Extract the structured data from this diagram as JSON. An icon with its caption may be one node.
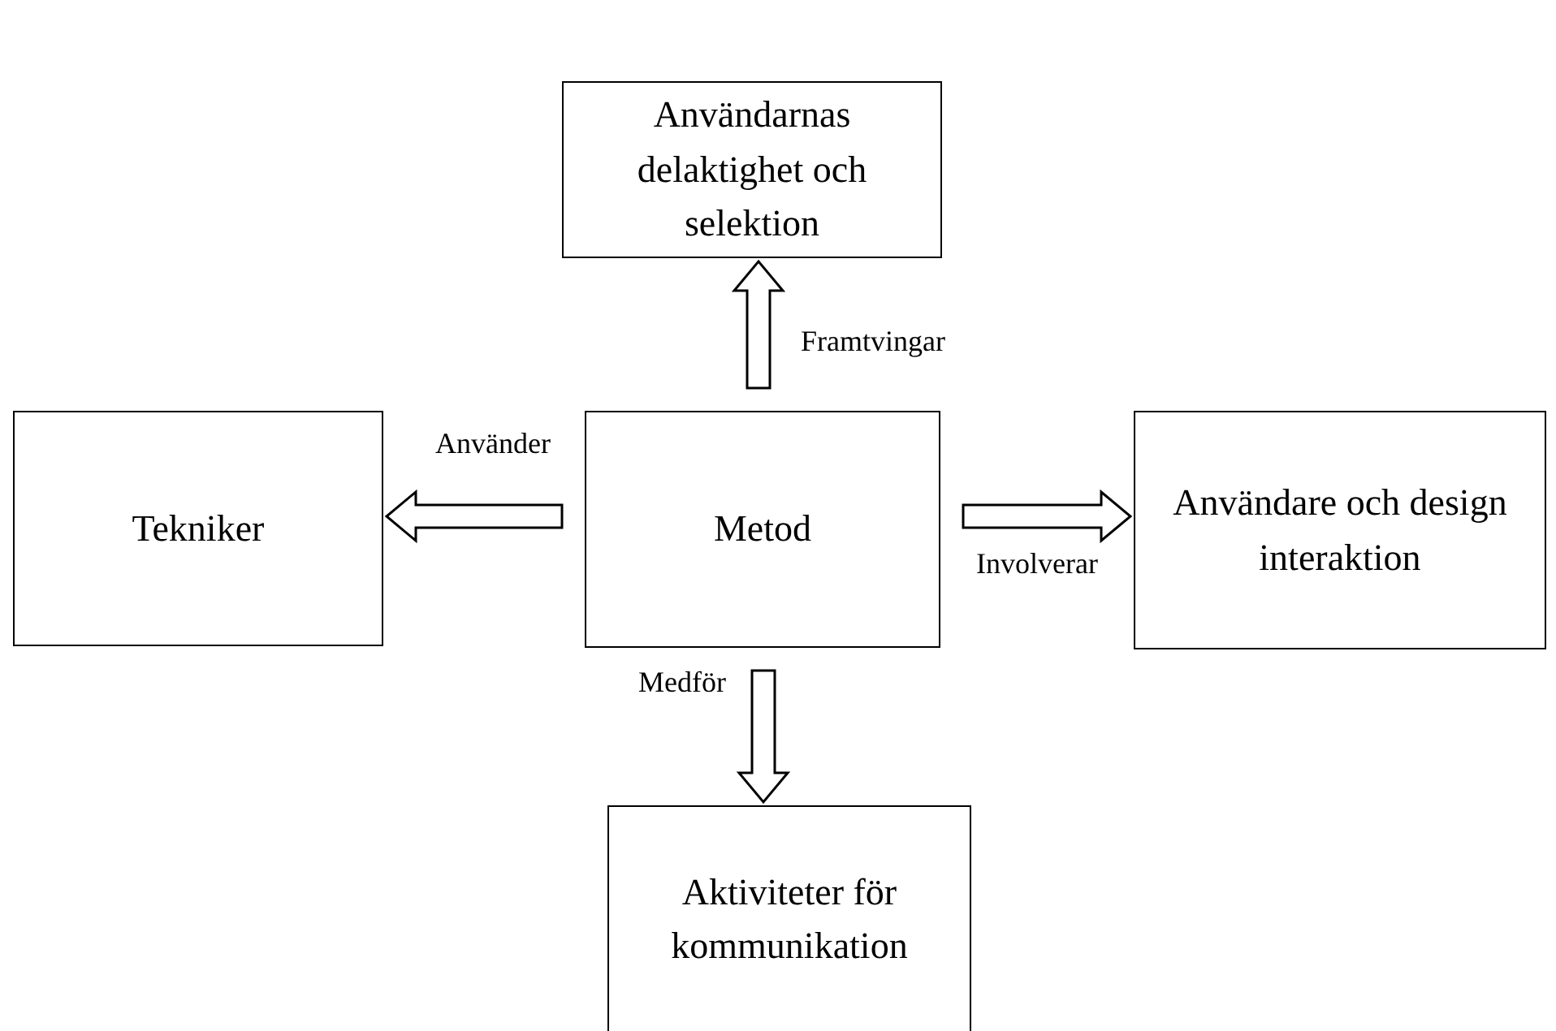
{
  "diagram": {
    "nodes": [
      {
        "text": [
          "Användarnas delaktighet och selektion"
        ]
      },
      {
        "text": [
          "Tekniker"
        ]
      },
      {
        "text": [
          "Metod"
        ]
      },
      {
        "text": [
          "Användare och design interaktion"
        ]
      },
      {
        "text": [
          "Aktiviteter för kommunikation"
        ]
      }
    ],
    "edges": [
      {
        "from": 2,
        "to": 0,
        "arrow": "to",
        "label": "Framtvingar"
      },
      {
        "from": 2,
        "to": 1,
        "arrow": "to",
        "label": "Använder"
      },
      {
        "from": 2,
        "to": 3,
        "arrow": "to",
        "label": "Involverar"
      },
      {
        "from": 2,
        "to": 4,
        "arrow": "to",
        "label": "Medför"
      }
    ]
  }
}
